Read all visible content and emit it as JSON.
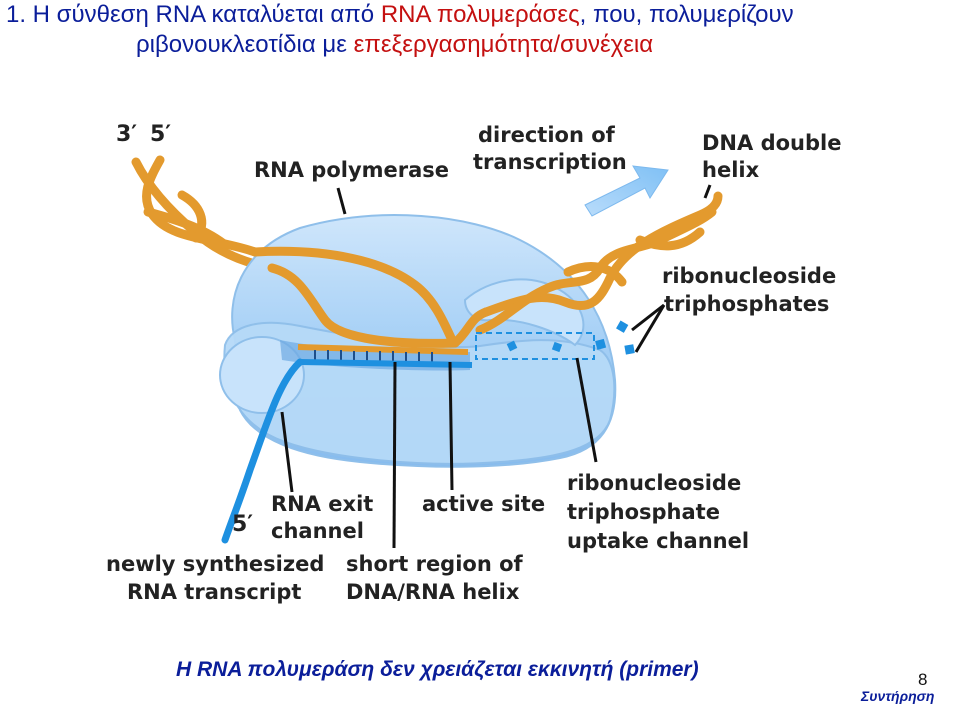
{
  "title": {
    "prefix": "1. Η σύνθεση RNA καταλύεται από ",
    "highlight": "RNA πολυμεράσες",
    "rest_line1": ", που, πολυμερίζουν",
    "line2_part1": "ριβονουκλεοτίδια με ",
    "line2_part2": "επεξεργασημότητα/συνέχεια"
  },
  "labels": {
    "end3": "3′",
    "end5_top": "5′",
    "end5_bottom": "5′",
    "rna_polymerase": "RNA polymerase",
    "direction_l1": "direction of",
    "direction_l2": "transcription",
    "dna_helix_l1": "DNA double",
    "dna_helix_l2": "helix",
    "ribo_top_l1": "ribonucleoside",
    "ribo_top_l2": "triphosphates",
    "rna_exit_l1": "RNA exit",
    "rna_exit_l2": "channel",
    "active_site": "active site",
    "uptake_l1": "ribonucleoside",
    "uptake_l2": "triphosphate",
    "uptake_l3": "uptake channel",
    "newly_l1": "newly synthesized",
    "newly_l2": "RNA transcript",
    "short_l1": "short region of",
    "short_l2": "DNA/RNA helix"
  },
  "caption": "Η RNA πολυμεράση δεν  χρειάζεται εκκινητή (primer)",
  "page_number": "8",
  "section": "Συντήρηση",
  "colors": {
    "title_blue": "#0b1e9a",
    "title_red": "#c41010",
    "dna_orange": "#e39a2e",
    "rna_blue": "#1e90e0",
    "enzyme_blue": "#a8d2f7",
    "arrow_blue": "#9fd0f8"
  }
}
